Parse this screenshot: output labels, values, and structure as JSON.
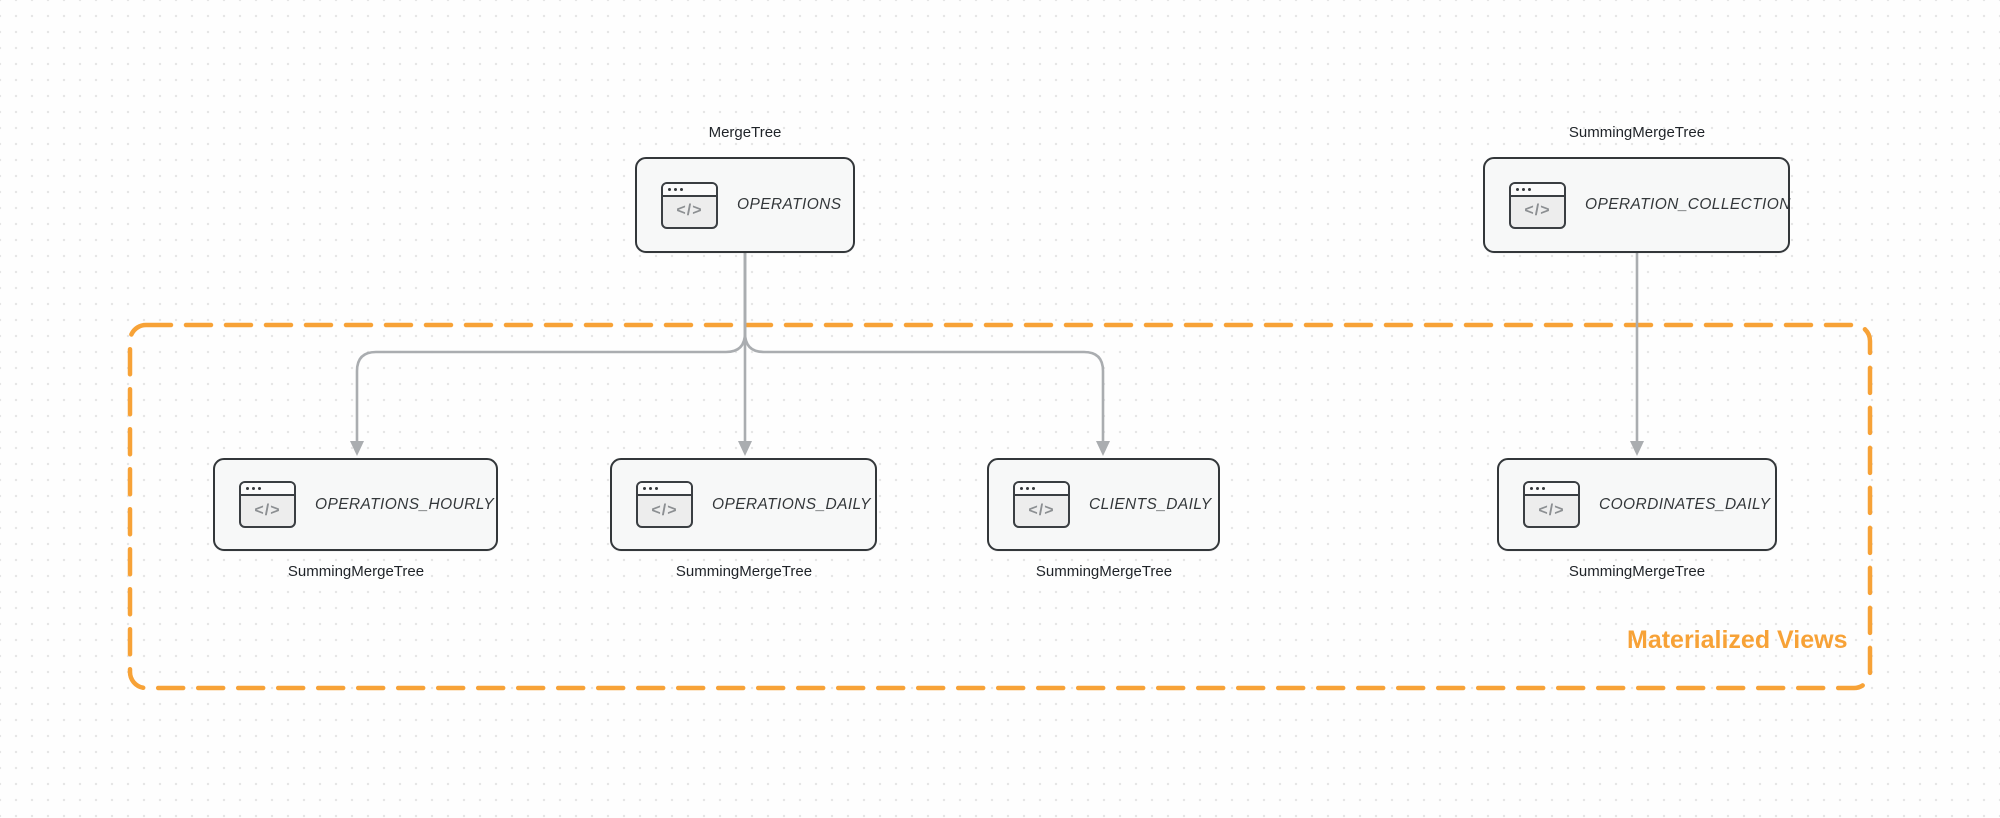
{
  "diagram": {
    "group": {
      "label": "Materialized Views"
    },
    "icon": {
      "name": "code-window-icon",
      "glyph": "</>"
    },
    "nodes": [
      {
        "id": "operations",
        "title": "OPERATIONS",
        "engine": "MergeTree",
        "engine_position": "above"
      },
      {
        "id": "operation-collection",
        "title": "OPERATION_COLLECTION",
        "engine": "SummingMergeTree",
        "engine_position": "above"
      },
      {
        "id": "operations-hourly",
        "title": "OPERATIONS_HOURLY",
        "engine": "SummingMergeTree",
        "engine_position": "below"
      },
      {
        "id": "operations-daily",
        "title": "OPERATIONS_DAILY",
        "engine": "SummingMergeTree",
        "engine_position": "below"
      },
      {
        "id": "clients-daily",
        "title": "CLIENTS_DAILY",
        "engine": "SummingMergeTree",
        "engine_position": "below"
      },
      {
        "id": "coordinates-daily",
        "title": "COORDINATES_DAILY",
        "engine": "SummingMergeTree",
        "engine_position": "below"
      }
    ],
    "edges": [
      {
        "from": "operations",
        "to": "operations-hourly"
      },
      {
        "from": "operations",
        "to": "operations-daily"
      },
      {
        "from": "operations",
        "to": "clients-daily"
      },
      {
        "from": "operation-collection",
        "to": "coordinates-daily"
      }
    ],
    "colors": {
      "accent_orange": "#f7a237",
      "node_border": "#33373a",
      "node_fill": "#f7f8f8",
      "arrow_gray": "#aaadb0",
      "icon_glyph_gray": "#8c8f92",
      "text_dark": "#1f2328"
    }
  }
}
